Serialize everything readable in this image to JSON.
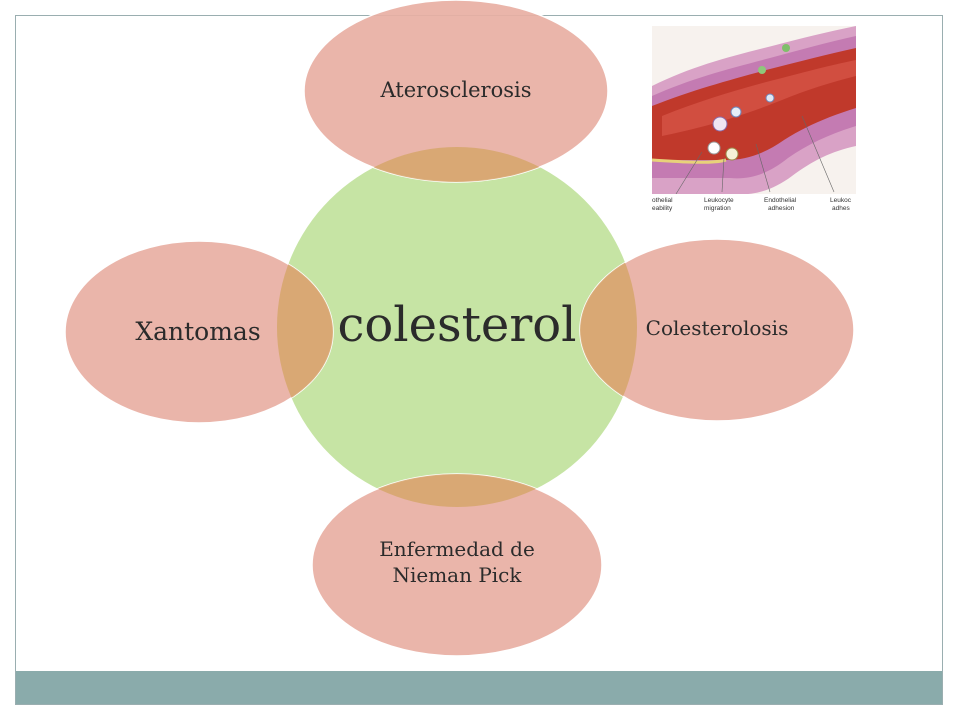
{
  "diagram": {
    "center": {
      "label": "colesterol",
      "color": "#c6e4a4"
    },
    "petal_color": "#e8afa3",
    "petals": [
      {
        "label": "Aterosclerosis"
      },
      {
        "label": "Colesterolosis"
      },
      {
        "label_line1": "Enfermedad de",
        "label_line2": "Nieman Pick"
      },
      {
        "label": "Xantomas"
      }
    ]
  },
  "image": {
    "labels": [
      "othelial",
      "eability",
      "Leukocyte",
      "migration",
      "Endothelial",
      "adhesion",
      "Leukoc",
      "adhes"
    ]
  },
  "colors": {
    "frame_border": "#9aaeb0",
    "bottom_band": "#8aabab"
  }
}
